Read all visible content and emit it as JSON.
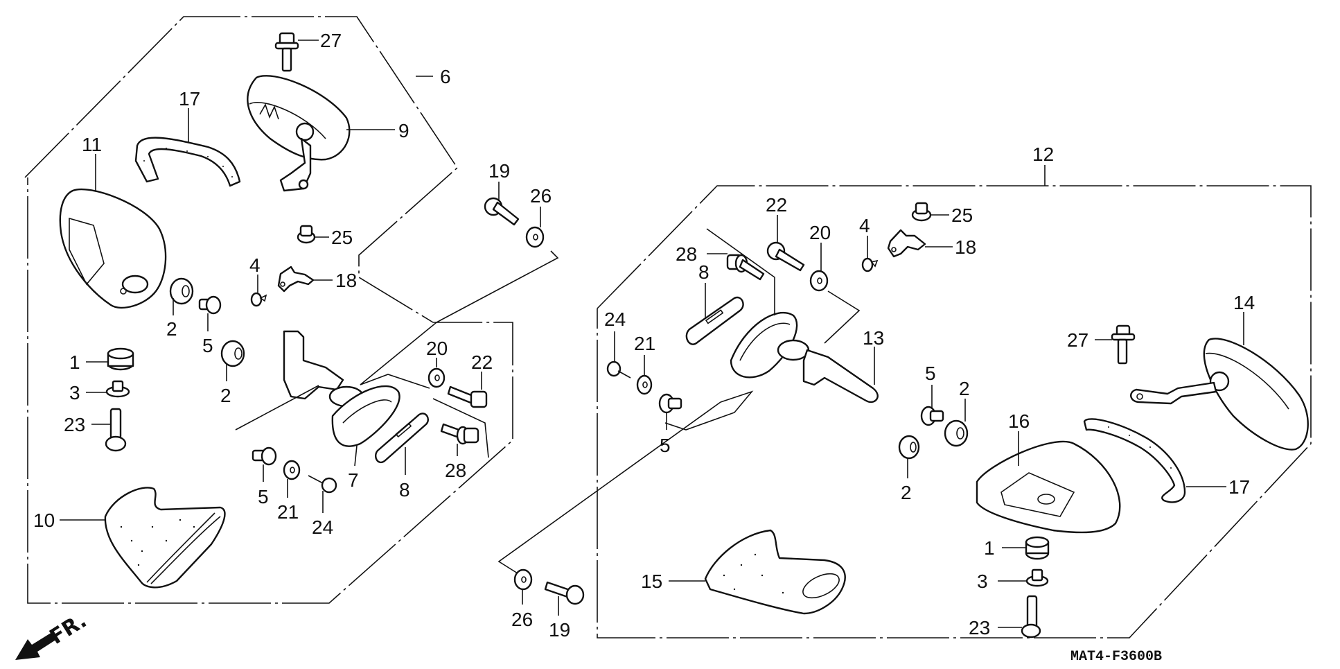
{
  "diagram": {
    "type": "exploded-parts-diagram",
    "figure_code": "MAT4-F3600B",
    "direction_indicator": "FR.",
    "assemblies": [
      {
        "id": "left-assembly",
        "assembly_ref": "6",
        "callouts": [
          "27",
          "6",
          "17",
          "9",
          "11",
          "25",
          "4",
          "18",
          "2",
          "5",
          "2",
          "1",
          "3",
          "23",
          "20",
          "22",
          "7",
          "8",
          "28",
          "5",
          "21",
          "24",
          "10"
        ]
      },
      {
        "id": "right-assembly",
        "assembly_ref": "12",
        "callouts": [
          "12",
          "22",
          "25",
          "20",
          "4",
          "18",
          "28",
          "8",
          "24",
          "21",
          "13",
          "5",
          "2",
          "14",
          "27",
          "5",
          "16",
          "2",
          "17",
          "1",
          "3",
          "23",
          "15"
        ]
      },
      {
        "id": "shared-fasteners-top",
        "callouts": [
          "19",
          "26"
        ]
      },
      {
        "id": "shared-fasteners-bottom",
        "callouts": [
          "26",
          "19"
        ]
      }
    ]
  },
  "labels": {
    "l27": "27",
    "l6": "6",
    "l17": "17",
    "l9": "9",
    "l11": "11",
    "l25": "25",
    "l4": "4",
    "l18": "18",
    "l2a": "2",
    "l5a": "5",
    "l2b": "2",
    "l1": "1",
    "l3": "3",
    "l23": "23",
    "l20": "20",
    "l22": "22",
    "l7": "7",
    "l8": "8",
    "l28": "28",
    "l5b": "5",
    "l21": "21",
    "l24": "24",
    "l10": "10",
    "t19": "19",
    "t26": "26",
    "r12": "12",
    "r22": "22",
    "r25": "25",
    "r20": "20",
    "r4": "4",
    "r18": "18",
    "r28": "28",
    "r8": "8",
    "r24": "24",
    "r21": "21",
    "r13": "13",
    "r5a": "5",
    "r2a": "2",
    "r14": "14",
    "r27": "27",
    "r5b": "5",
    "r16": "16",
    "r2b": "2",
    "r17": "17",
    "r1": "1",
    "r3": "3",
    "r23": "23",
    "r15": "15",
    "b26": "26",
    "b19": "19",
    "code": "MAT4-F3600B",
    "fr": "FR."
  }
}
